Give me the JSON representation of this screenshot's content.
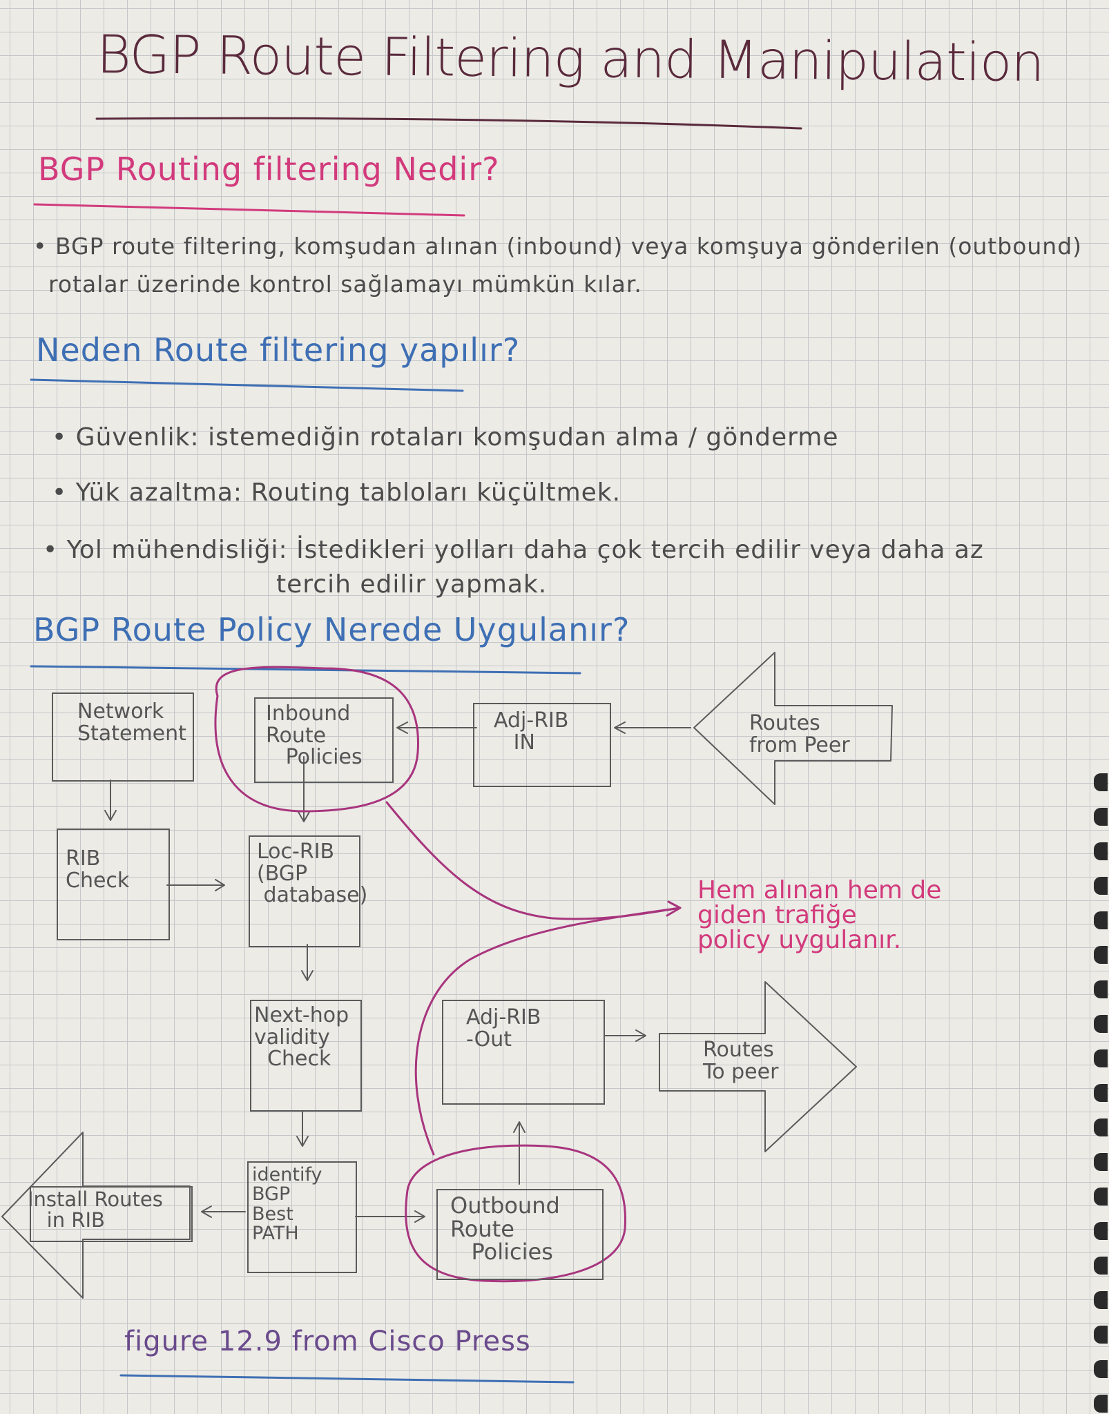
{
  "title": "BGP Route Filtering and Manipulation",
  "section1": {
    "heading": "BGP Routing filtering Nedir?",
    "text_line1": "• BGP route filtering, komşudan alınan (inbound) veya komşuya gönderilen (outbound)",
    "text_line2": "rotalar üzerinde kontrol sağlamayı mümkün kılar."
  },
  "section2": {
    "heading": "Neden Route filtering yapılır?",
    "bullets": [
      "• Güvenlik: istemediğin rotaları komşudan alma / gönderme",
      "• Yük azaltma: Routing tabloları küçültmek.",
      "• Yol mühendisliği: İstedikleri yolları daha çok tercih edilir veya daha az"
    ],
    "bullet3_cont": "tercih edilir yapmak."
  },
  "section3": {
    "heading": "BGP Route Policy Nerede Uygulanır?"
  },
  "diagram": {
    "network_statement": "Network\nStatement",
    "inbound_policies": "Inbound\nRoute\n   Policies",
    "adj_rib_in": "Adj-RIB\n   IN",
    "routes_from_peer": "Routes\nfrom Peer",
    "rib_check": "RIB\nCheck",
    "loc_rib": "Loc-RIB\n(BGP\n database)",
    "next_hop": "Next-hop\nvalidity\n  Check",
    "adj_rib_out": "Adj-RIB\n-Out",
    "routes_to_peer": "Routes\nTo peer",
    "identify_best": "identify\nBGP\nBest\nPATH",
    "outbound_policies": "Outbound\nRoute\n   Policies",
    "install_routes": "Install Routes\n   in RIB",
    "annotation": "Hem alınan hem de\ngiden trafiğe\npolicy uygulanır."
  },
  "footer": "figure 12.9 from Cisco Press",
  "colors": {
    "title": "#5a2a3c",
    "pink": "#d23a7c",
    "blue": "#3e6fb4",
    "magenta": "#a8357e",
    "pencil": "#5a5a5a"
  }
}
